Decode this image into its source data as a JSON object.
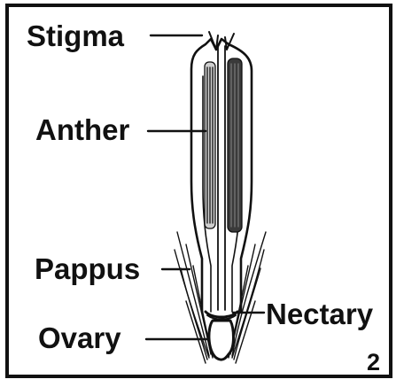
{
  "labels": {
    "stigma": "Stigma",
    "anther": "Anther",
    "pappus": "Pappus",
    "ovary": "Ovary",
    "nectary": "Nectary"
  },
  "figure_number": "2"
}
